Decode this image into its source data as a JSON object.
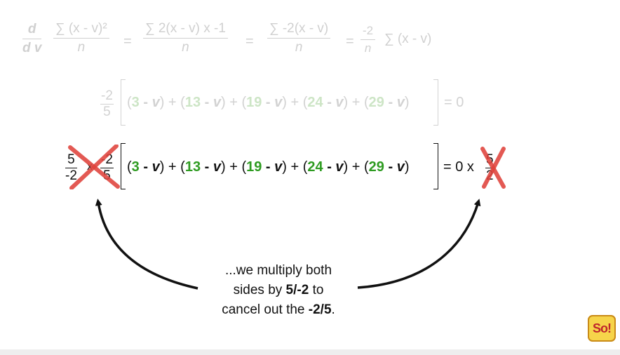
{
  "derivative": {
    "d_num": "d",
    "d_den": "d v",
    "f1_num": "∑ (x - v)²",
    "f1_den": "n",
    "f2_num": "∑ 2(x - v) x -1",
    "f2_den": "n",
    "f3_num": "∑ -2(x - v)",
    "f3_den": "n",
    "f4_num": "-2",
    "f4_den": "n",
    "tail": "∑ (x - v)",
    "eq": "="
  },
  "line_faded": {
    "coef_num": "-2",
    "coef_den": "5",
    "terms": [
      {
        "open": "(",
        "num": "3",
        "mid": " - ",
        "var": "v",
        "close": ")"
      },
      {
        "open": " + (",
        "num": "13",
        "mid": " - ",
        "var": "v",
        "close": ")"
      },
      {
        "open": " + (",
        "num": "19",
        "mid": " - ",
        "var": "v",
        "close": ")"
      },
      {
        "open": " + (",
        "num": "24",
        "mid": " - ",
        "var": "v",
        "close": ")"
      },
      {
        "open": " + (",
        "num": "29",
        "mid": " - ",
        "var": "v",
        "close": ")"
      }
    ],
    "rhs": "= 0"
  },
  "line_main": {
    "left_num": "5",
    "left_den": "-2",
    "times": "x",
    "coef_num": "-2",
    "coef_den": "5",
    "terms": [
      {
        "open": "(",
        "num": "3",
        "mid": " - ",
        "var": "v",
        "close": ")"
      },
      {
        "open": " + (",
        "num": "13",
        "mid": " - ",
        "var": "v",
        "close": ")"
      },
      {
        "open": " + (",
        "num": "19",
        "mid": " - ",
        "var": "v",
        "close": ")"
      },
      {
        "open": " + (",
        "num": "24",
        "mid": " - ",
        "var": "v",
        "close": ")"
      },
      {
        "open": " + (",
        "num": "29",
        "mid": " - ",
        "var": "v",
        "close": ")"
      }
    ],
    "rhs": "= 0 x",
    "right_num": "5",
    "right_den": "2"
  },
  "caption": {
    "line1": "...we multiply both",
    "line2_a": "sides by ",
    "line2_b": "5/-2",
    "line2_c": " to",
    "line3_a": "cancel out the ",
    "line3_b": "-2/5",
    "line3_c": "."
  },
  "logo": {
    "text": "So!"
  },
  "colors": {
    "green": "#2e9b21",
    "cross_red": "#e0433c",
    "faded_green": "#cde5c6",
    "faded_gray": "#d2d2d2"
  }
}
